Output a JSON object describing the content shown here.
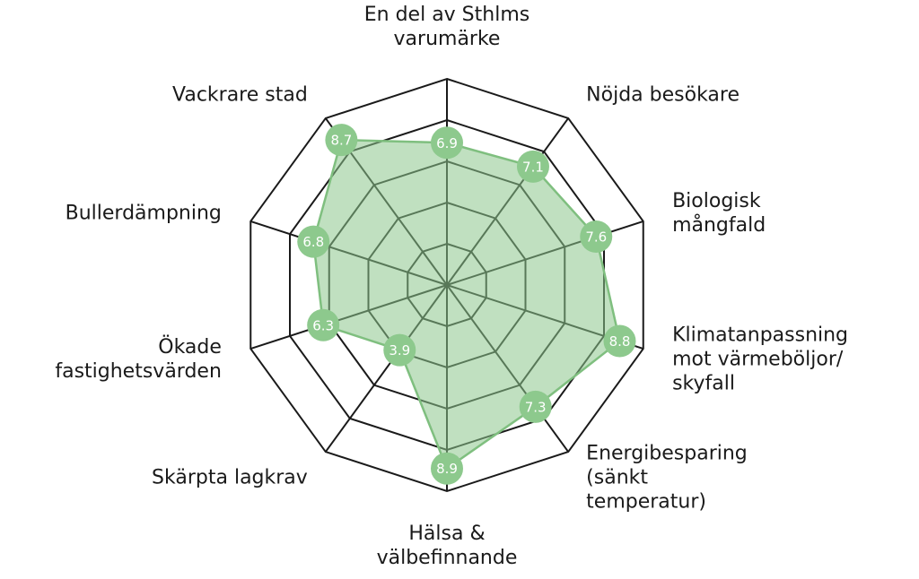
{
  "chart_data": {
    "type": "radar",
    "title": "",
    "max": 10,
    "rings": 5,
    "categories": [
      [
        "En del av Sthlms",
        "varumärke"
      ],
      [
        "Nöjda besökare"
      ],
      [
        "Biologisk",
        "mångfald"
      ],
      [
        "Klimatanpassning",
        "mot värmeböljor/",
        "skyfall"
      ],
      [
        "Energibesparing",
        "(sänkt",
        "temperatur)"
      ],
      [
        "Hälsa &",
        "välbefinnande"
      ],
      [
        "Skärpta lagkrav"
      ],
      [
        "Ökade",
        "fastighetsvärden"
      ],
      [
        "Bullerdämpning"
      ],
      [
        "Vackrare stad"
      ]
    ],
    "series": [
      {
        "values": [
          6.9,
          7.1,
          7.6,
          8.8,
          7.3,
          8.9,
          3.9,
          6.3,
          6.8,
          8.7
        ],
        "value_labels": [
          "6.9",
          "7.1",
          "7.6",
          "8.8",
          "7.3",
          "8.9",
          "3.9",
          "6.3",
          "6.8",
          "8.7"
        ]
      }
    ],
    "colors": {
      "fill": "#8cc68c",
      "stroke": "#7fbf7f",
      "marker": "#8dc98d",
      "grid": "#1a1a1a",
      "text": "#1a1a1a"
    }
  }
}
